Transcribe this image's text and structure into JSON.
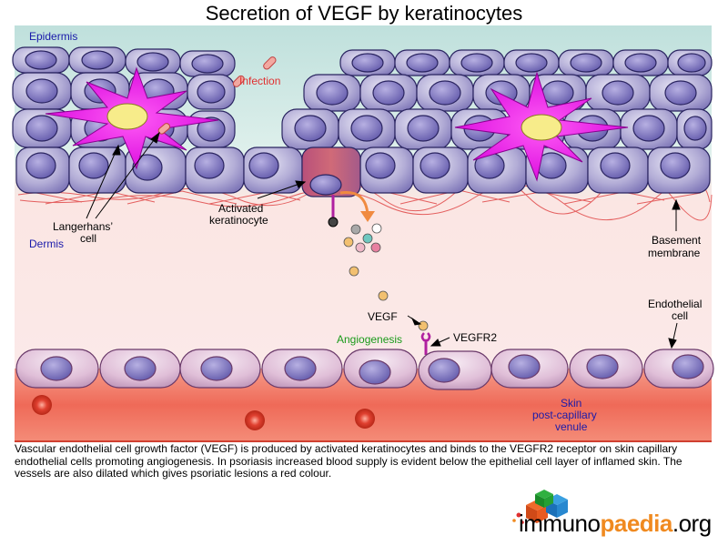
{
  "title": "Secretion of VEGF by keratinocytes",
  "labels": {
    "epidermis": "Epidermis",
    "dermis": "Dermis",
    "infection": "Infection",
    "langerhans": "Langerhans’ cell",
    "langerhans_line1": "Langerhans’",
    "langerhans_line2": "cell",
    "activated_line1": "Activated",
    "activated_line2": "keratinocyte",
    "basement_line1": "Basement",
    "basement_line2": "membrane",
    "endothelial_line1": "Endothelial",
    "endothelial_line2": "cell",
    "vegf": "VEGF",
    "vegfr2": "VEGFR2",
    "angiogenesis": "Angiogenesis",
    "skin_line1": "Skin",
    "skin_line2": "post-capillary",
    "skin_line3": "venule"
  },
  "caption": "Vascular endothelial cell growth factor (VEGF) is produced by activated keratinocytes and binds to the VEGFR2 receptor on skin capillary endothelial cells promoting angiogenesis. In psoriasis increased blood supply is evident below the epithelial cell layer of inflamed skin. The vessels are also dilated which gives psoriatic lesions a red colour.",
  "logo": {
    "part1": "immuno",
    "part2": "paedia",
    "part3": ".org"
  },
  "colors": {
    "epidermis_bg": "#cfe6e4",
    "dermis_bg": "#fbe7e7",
    "vessel": "#f07060",
    "cell_fill": "#b8b3d8",
    "nucleus": "#6f67b8",
    "langerhans": "#e010e8",
    "label_blue": "#1a1aaa",
    "label_red": "#e03030",
    "label_green": "#1a9a1a",
    "logo_orange": "#f08a20"
  }
}
